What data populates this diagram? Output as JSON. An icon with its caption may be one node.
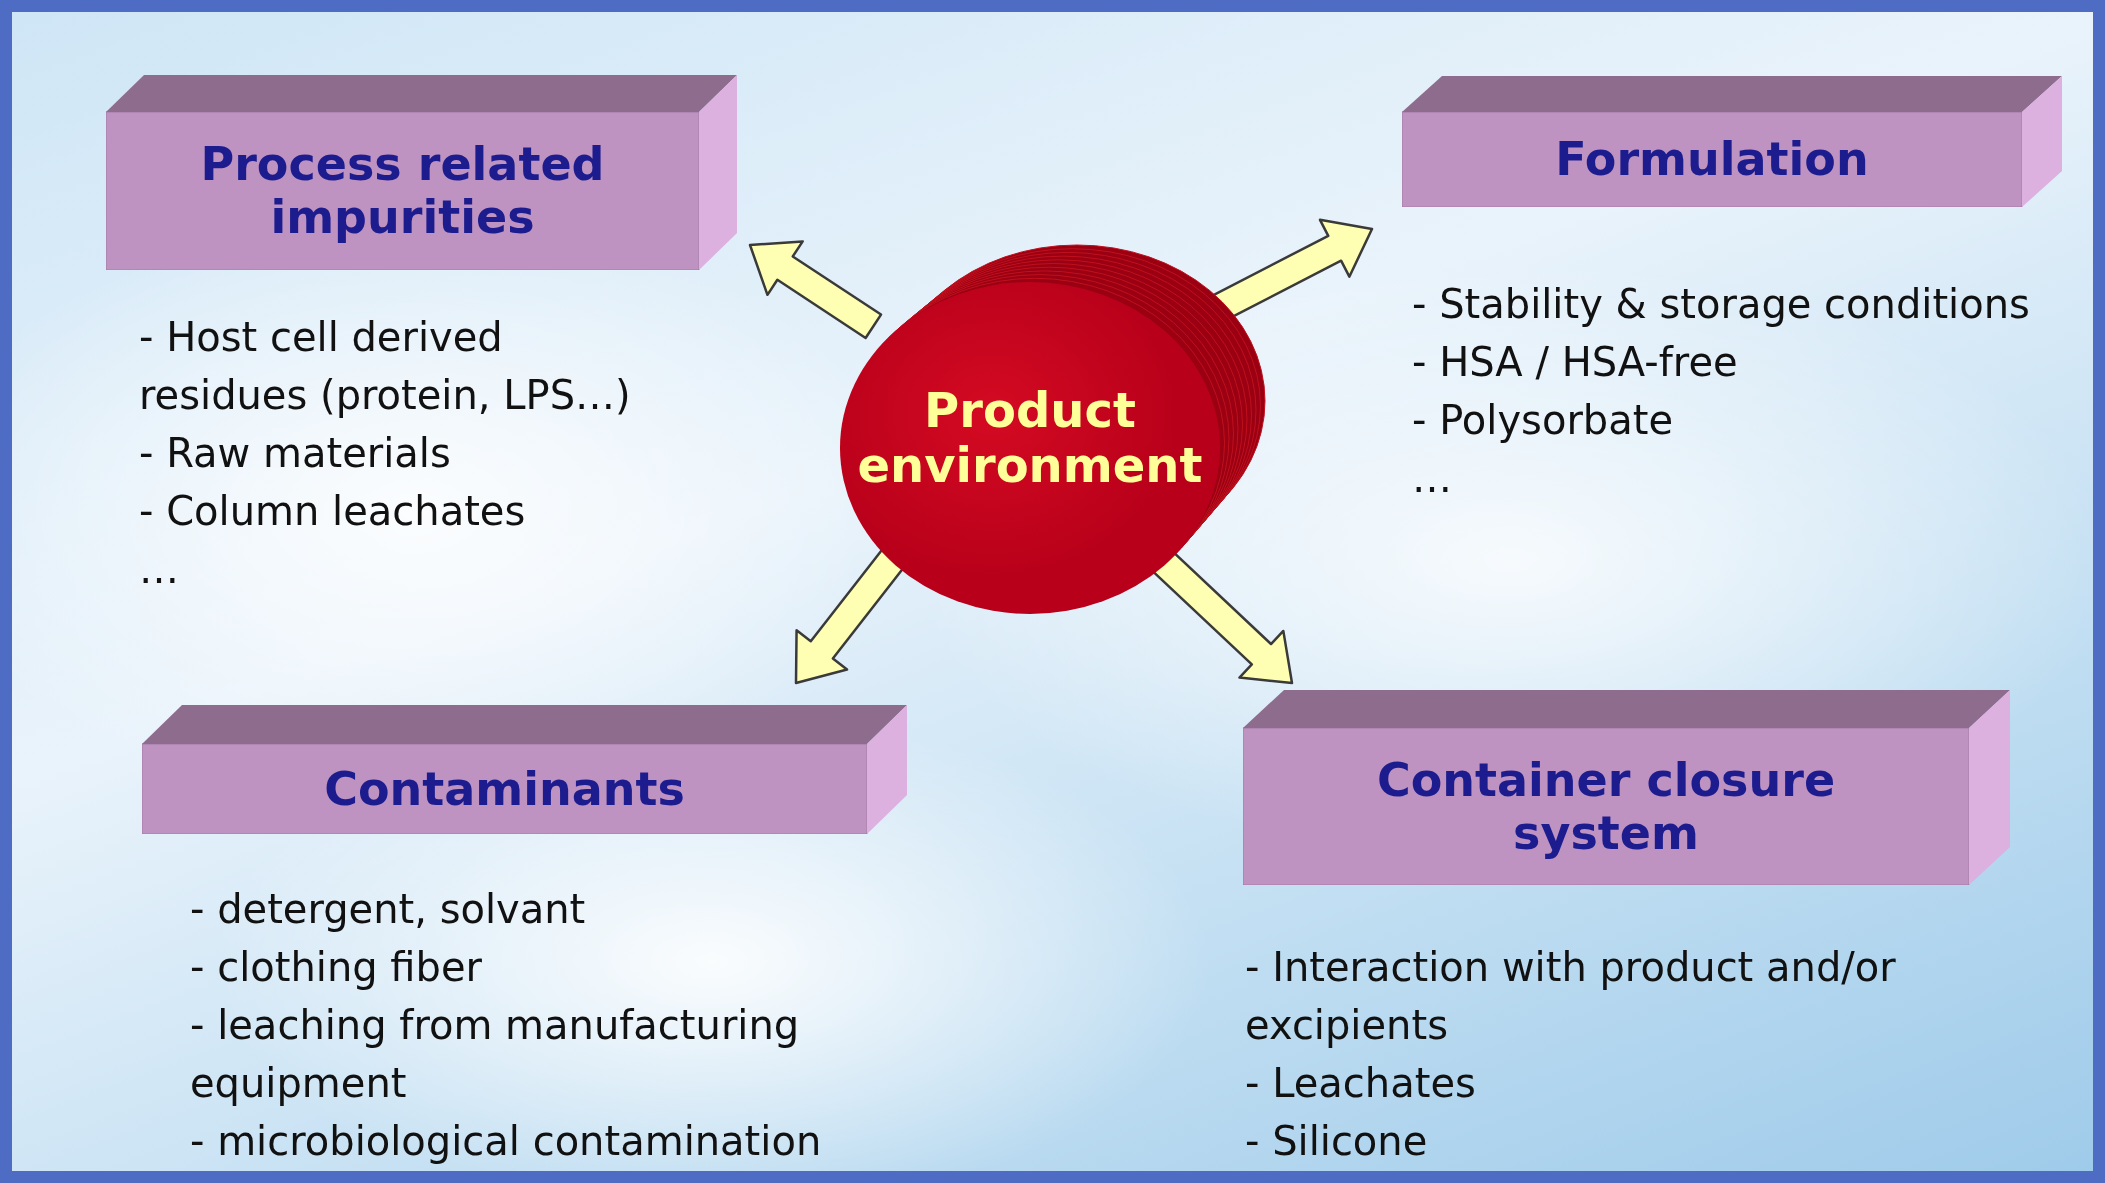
{
  "diagram": {
    "nodes": [
      {
        "text": [
          "Process related impurities"
        ],
        "beside": [
          "- Host cell derived residues (protein, LPS…)",
          "- Raw materials",
          "- Column leachates",
          "…"
        ]
      },
      {
        "text": [
          "Formulation"
        ],
        "beside": [
          "- Stability & storage conditions",
          "- HSA / HSA-free",
          "- Polysorbate",
          "…"
        ]
      },
      {
        "text": [
          "Product environment"
        ]
      },
      {
        "text": [
          "Contaminants"
        ],
        "beside": [
          "- detergent, solvant",
          "- clothing fiber",
          "- leaching from manufacturing equipment",
          "- microbiological contamination"
        ]
      },
      {
        "text": [
          "Container closure system"
        ],
        "beside": [
          "- Interaction with product and/or excipients",
          "- Leachates",
          "- Silicone"
        ]
      }
    ],
    "edges": [
      {
        "from": 2,
        "to": 0,
        "arrow": "to"
      },
      {
        "from": 2,
        "to": 1,
        "arrow": "to"
      },
      {
        "from": 2,
        "to": 3,
        "arrow": "to"
      },
      {
        "from": 2,
        "to": 4,
        "arrow": "to"
      }
    ]
  }
}
